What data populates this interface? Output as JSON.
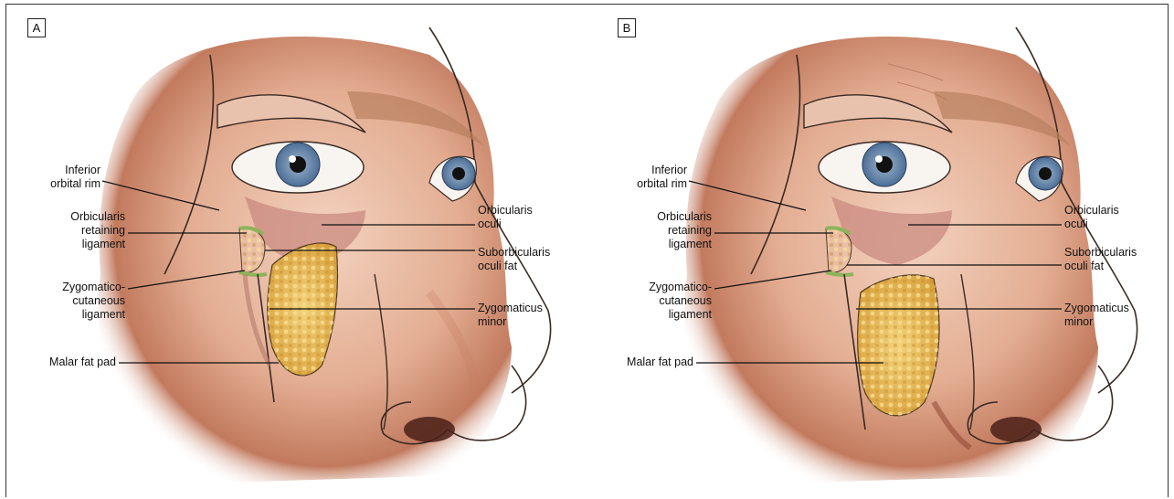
{
  "panels": [
    {
      "letter": "A",
      "labels": {
        "inferior_orbital_rim": [
          "Inferior",
          "orbital rim"
        ],
        "orbicularis_retaining_ligament": [
          "Orbicularis",
          "retaining",
          "ligament"
        ],
        "zygomatico_cutaneous_ligament": [
          "Zygomatico-",
          "cutaneous",
          "ligament"
        ],
        "malar_fat_pad": [
          "Malar fat pad"
        ],
        "orbicularis_oculi": [
          "Orbicularis",
          "oculi"
        ],
        "suborbicularis_oculi_fat": [
          "Suborbicularis",
          "oculi fat"
        ],
        "zygomaticus_minor": [
          "Zygomaticus",
          "minor"
        ]
      }
    },
    {
      "letter": "B",
      "labels": {
        "inferior_orbital_rim": [
          "Inferior",
          "orbital rim"
        ],
        "orbicularis_retaining_ligament": [
          "Orbicularis",
          "retaining",
          "ligament"
        ],
        "zygomatico_cutaneous_ligament": [
          "Zygomatico-",
          "cutaneous",
          "ligament"
        ],
        "malar_fat_pad": [
          "Malar fat pad"
        ],
        "orbicularis_oculi": [
          "Orbicularis",
          "oculi"
        ],
        "suborbicularis_oculi_fat": [
          "Suborbicularis",
          "oculi fat"
        ],
        "zygomaticus_minor": [
          "Zygomaticus",
          "minor"
        ]
      }
    }
  ],
  "colors": {
    "skin": "#e8b9a1",
    "skin_shadow": "#9a4a36",
    "fat": "#e7b94e",
    "ligament": "#8fb35a",
    "muscle": "#c47f76",
    "iris": "#6f8fb4"
  }
}
